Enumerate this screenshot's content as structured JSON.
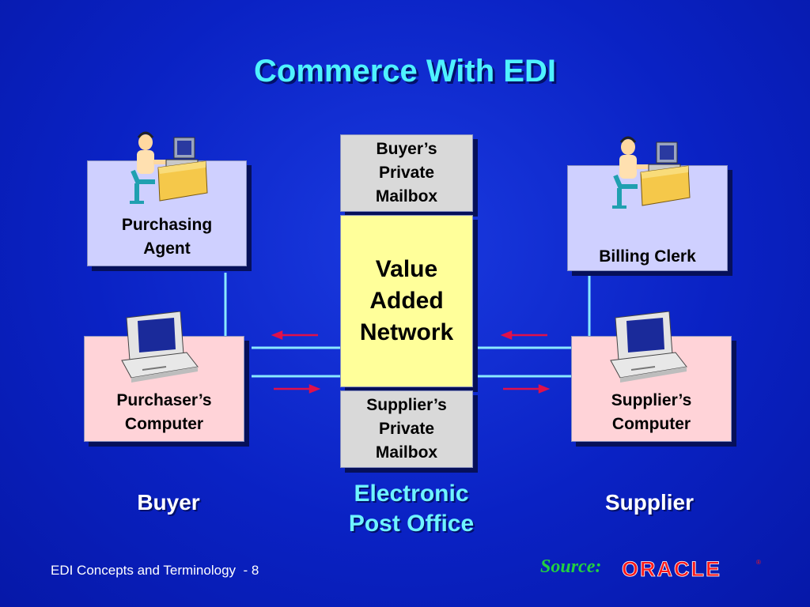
{
  "title": "Commerce With EDI",
  "nodes": {
    "purchasing_agent": "Purchasing\nAgent",
    "billing_clerk": "Billing Clerk",
    "purchaser_computer": "Purchaser’s\nComputer",
    "supplier_computer": "Supplier’s\nComputer",
    "buyer_mailbox": "Buyer’s\nPrivate\nMailbox",
    "van": "Value\nAdded\nNetwork",
    "supplier_mailbox": "Supplier’s\nPrivate\nMailbox"
  },
  "captions": {
    "buyer": "Buyer",
    "supplier": "Supplier",
    "post_office": "Electronic\nPost Office"
  },
  "footer": {
    "text": "EDI Concepts and Terminology  - 8",
    "source_label": "Source:",
    "logo_text": "ORACLE"
  },
  "colors": {
    "background": "#0a20c8",
    "title": "#4ff2ff",
    "arrow": "#e0104a",
    "connector": "#7fe8ff"
  }
}
